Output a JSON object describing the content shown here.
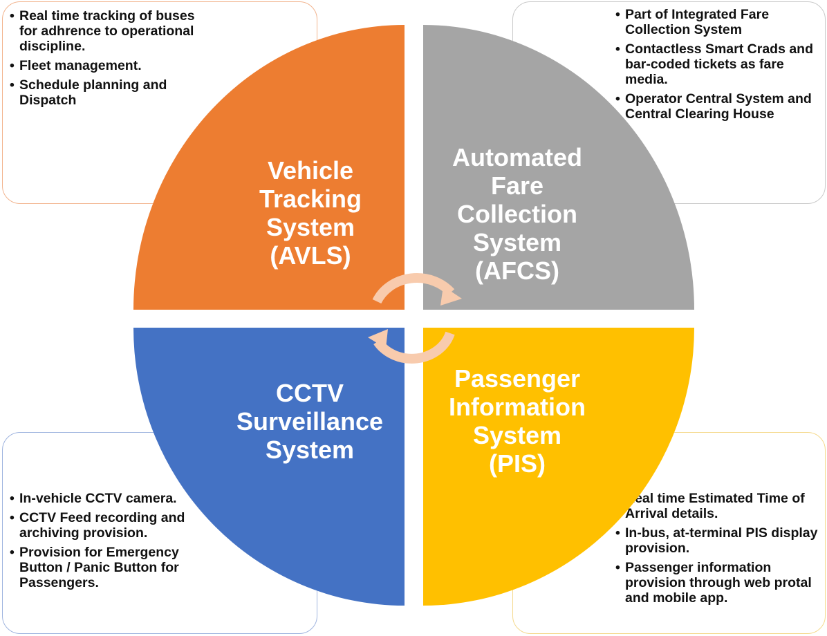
{
  "colors": {
    "vehicle_tracking": "#ed7d31",
    "fare_collection": "#a5a5a5",
    "cctv": "#4472c4",
    "passenger_info": "#ffc000",
    "text_on_quadrant": "#ffffff",
    "cycle_arrow": "#f8cbad"
  },
  "bullet_char": "•",
  "quadrants": {
    "vehicle_tracking": {
      "lines": [
        "Vehicle",
        "Tracking",
        "System",
        "(AVLS)"
      ]
    },
    "fare_collection": {
      "lines": [
        "Automated",
        "Fare",
        "Collection",
        "System",
        "(AFCS)"
      ]
    },
    "cctv": {
      "lines": [
        "CCTV",
        "Surveillance",
        "System"
      ]
    },
    "passenger_info": {
      "lines": [
        "Passenger",
        "Information",
        "System",
        "(PIS)"
      ]
    }
  },
  "notes": {
    "vehicle_tracking": [
      "Real time tracking of buses for adhrence to operational discipline.",
      "Fleet management.",
      "Schedule planning and Dispatch"
    ],
    "fare_collection": [
      "Part of Integrated Fare Collection System",
      "Contactless Smart Crads and bar-coded tickets as fare media.",
      "Operator Central System and Central Clearing House"
    ],
    "cctv": [
      "In-vehicle CCTV camera.",
      "CCTV Feed recording and archiving provision.",
      "Provision for Emergency Button / Panic Button for Passengers."
    ],
    "passenger_info": [
      "Real time Estimated Time of Arrival details.",
      "In-bus, at-terminal PIS display provision.",
      "Passenger information provision through web protal and mobile app."
    ]
  }
}
